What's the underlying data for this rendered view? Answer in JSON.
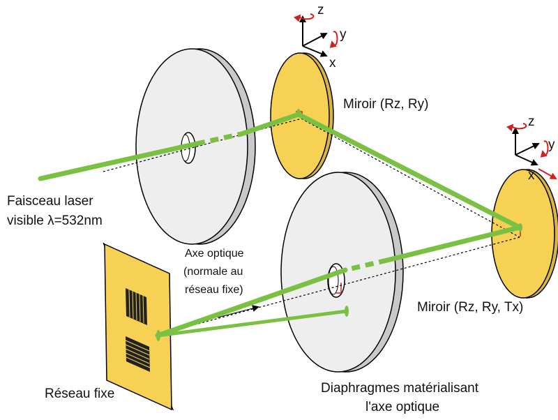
{
  "labels": {
    "laser_line1": "Faisceau laser",
    "laser_line2": "visible λ=532nm",
    "mirror1": "Miroir (Rz, Ry)",
    "mirror2": "Miroir (Rz, Ry, Tx)",
    "axis_line1": "Axe optique",
    "axis_line2": "(normale au",
    "axis_line3": "réseau fixe)",
    "grating": "Réseau fixe",
    "diaphragm_line1": "Diaphragmes matérialisant",
    "diaphragm_line2": "l'axe optique"
  },
  "axes": {
    "z": "z",
    "y": "y",
    "x": "x"
  },
  "colors": {
    "beam": "#7ac143",
    "mirror": "#f7d154",
    "grating": "#f7d154",
    "disc": "#eeeeee",
    "rotation_arrow": "#d0201c"
  }
}
